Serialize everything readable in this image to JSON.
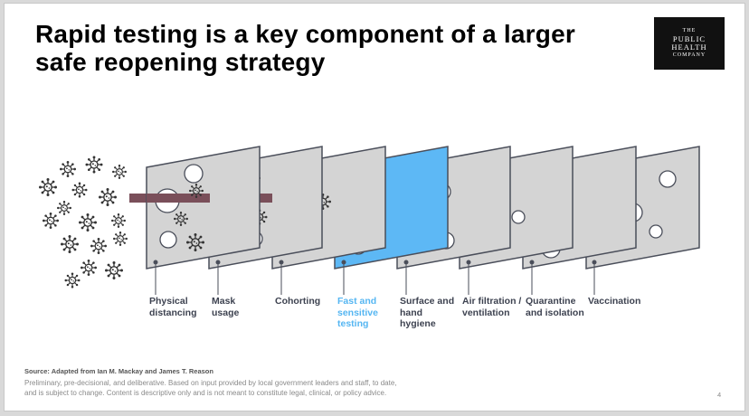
{
  "slide": {
    "title": "Rapid testing is a key component of a larger safe reopening strategy",
    "logo": {
      "line1": "THE",
      "line2a": "PUBLIC",
      "line2b": "HEALTH",
      "line3": "COMPANY"
    },
    "layers": [
      {
        "label": "Physical\ndistancing",
        "highlight": false
      },
      {
        "label": "Mask\nusage",
        "highlight": false
      },
      {
        "label": "Cohorting",
        "highlight": false
      },
      {
        "label": "Fast and\nsensitive\ntesting",
        "highlight": true
      },
      {
        "label": "Surface and\nhand\nhygiene",
        "highlight": false
      },
      {
        "label": "Air filtration /\nventilation",
        "highlight": false
      },
      {
        "label": "Quarantine\nand isolation",
        "highlight": false
      },
      {
        "label": "Vaccination",
        "highlight": false
      }
    ],
    "source": "Source: Adapted from Ian M. Mackay and James T. Reason",
    "disclaimer": "Preliminary, pre-decisional, and deliberative. Based on input provided by local government leaders and staff, to date,\nand is subject to change. Content is descriptive only and is not meant to constitute legal, clinical, or policy advice.",
    "page_number": "4"
  },
  "colors": {
    "slice_fill": "#d4d4d4",
    "slice_stroke": "#4a4e5a",
    "highlight_fill": "#5db8f5",
    "arrow": "#7a4f5a",
    "highlight_text": "#55b6f2",
    "label_text": "#3d4250"
  },
  "icons": [
    "virus-icon"
  ]
}
